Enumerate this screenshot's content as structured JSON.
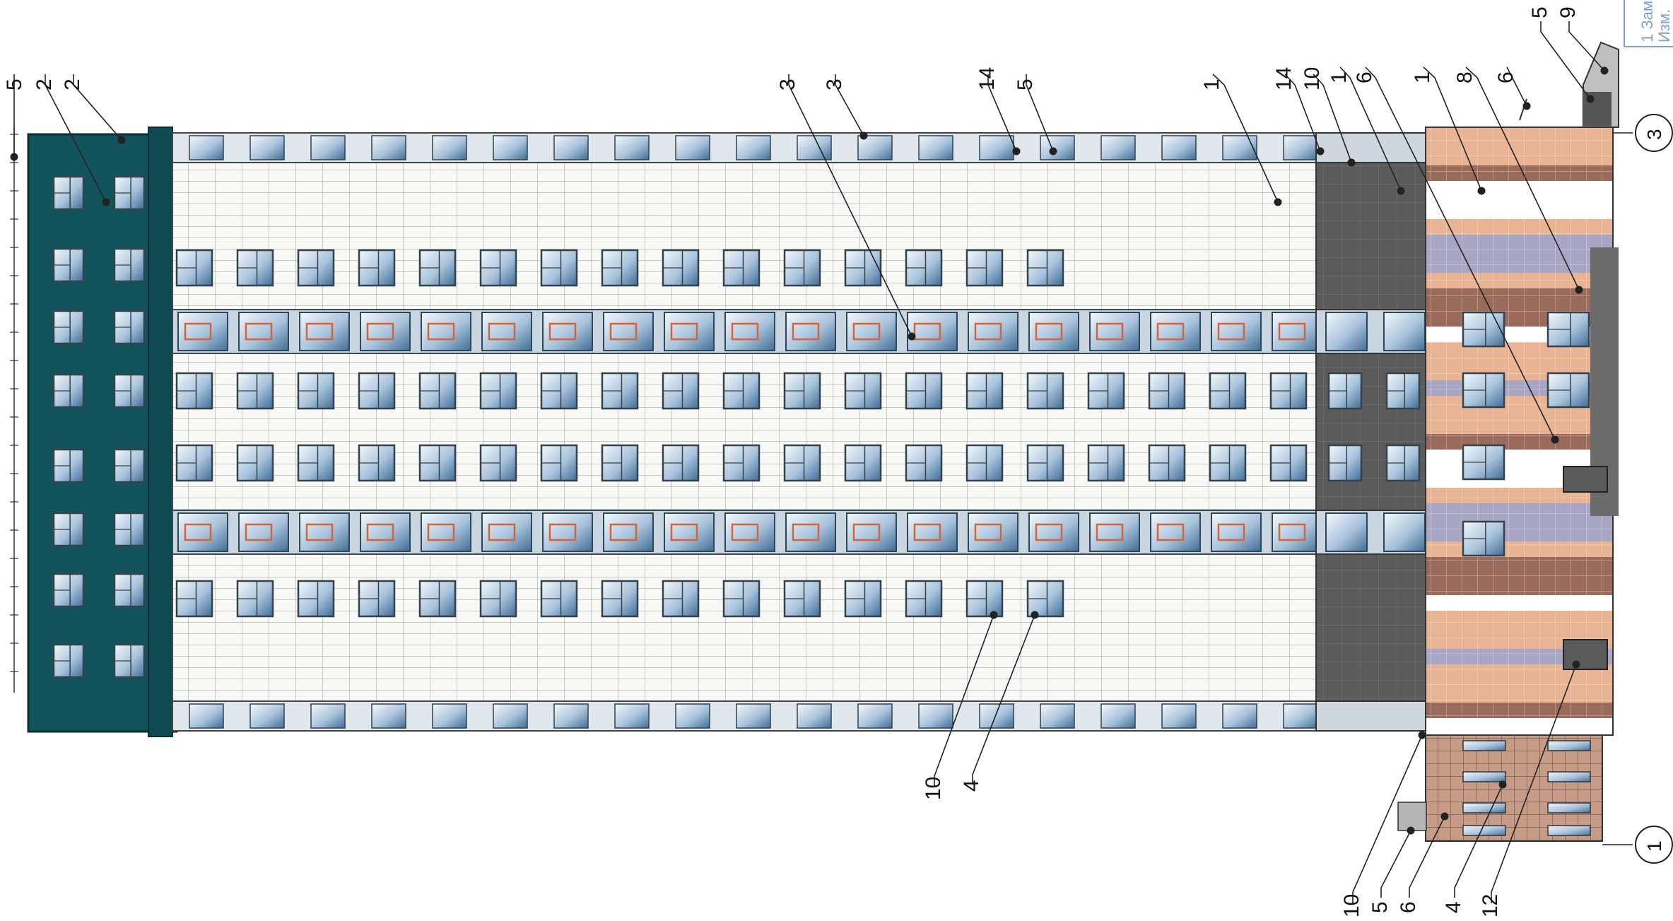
{
  "colors": {
    "teal": "#13545c",
    "teal_dark": "#0d3e44",
    "glass_light": "#eef4fa",
    "glass_dark": "#4a78a0",
    "frame": "#3a4a52",
    "white_wall": "#f7f7f5",
    "dark_gray": "#5a5a5a",
    "peach": "#e8b493",
    "brown": "#9a6a5a",
    "lavender": "#a9a5c5",
    "orange_accent": "#d4643a",
    "stamp_blue": "#7f9fd6"
  },
  "callouts": {
    "top": [
      "5",
      "2",
      "2",
      "3",
      "3",
      "14",
      "5",
      "1",
      "14",
      "10",
      "1",
      "6",
      "1",
      "8",
      "6",
      "5",
      "9"
    ],
    "mid_bottom": [
      "10",
      "4"
    ],
    "bottom": [
      "10",
      "5",
      "6",
      "4",
      "12"
    ]
  },
  "axes": [
    "3",
    "1"
  ],
  "stamp_lines": [
    "Изм.",
    "1 Зам"
  ]
}
